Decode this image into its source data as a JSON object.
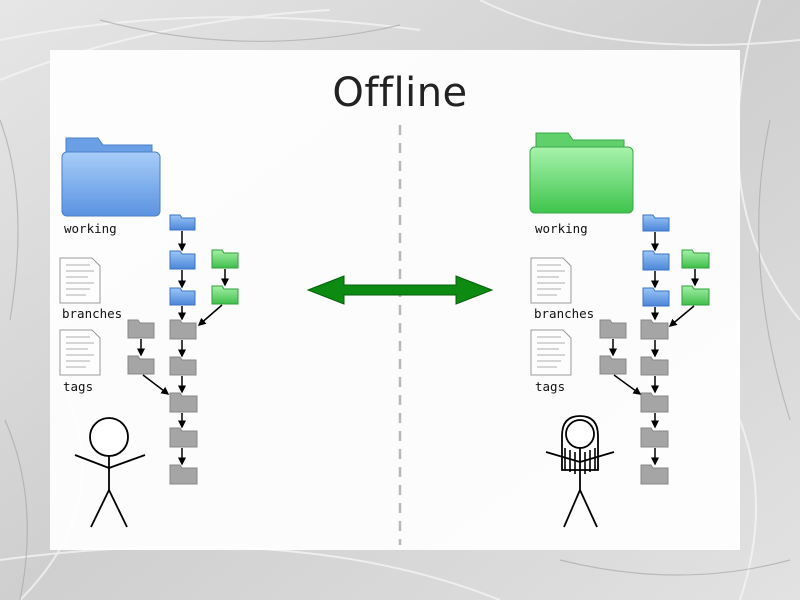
{
  "slide": {
    "title": "Offline"
  },
  "repos": [
    {
      "side": "left",
      "folder_color": "#6a9fe6",
      "labels": {
        "working": "working",
        "branches": "branches",
        "tags": "tags"
      },
      "person": "person-short-hair"
    },
    {
      "side": "right",
      "folder_color": "#5fd06a",
      "labels": {
        "working": "working",
        "branches": "branches",
        "tags": "tags"
      },
      "person": "person-long-hair"
    }
  ],
  "colors": {
    "blue_commit": "#5b96e0",
    "green_commit": "#56cc5a",
    "gray_commit": "#a5a5a5",
    "sync_arrow": "#0c8a12",
    "divider": "#b8b8b8"
  },
  "icons": {
    "sync": "double-headed-arrow",
    "working_copy": "folder-icon",
    "branches": "document-icon",
    "tags": "document-icon"
  }
}
